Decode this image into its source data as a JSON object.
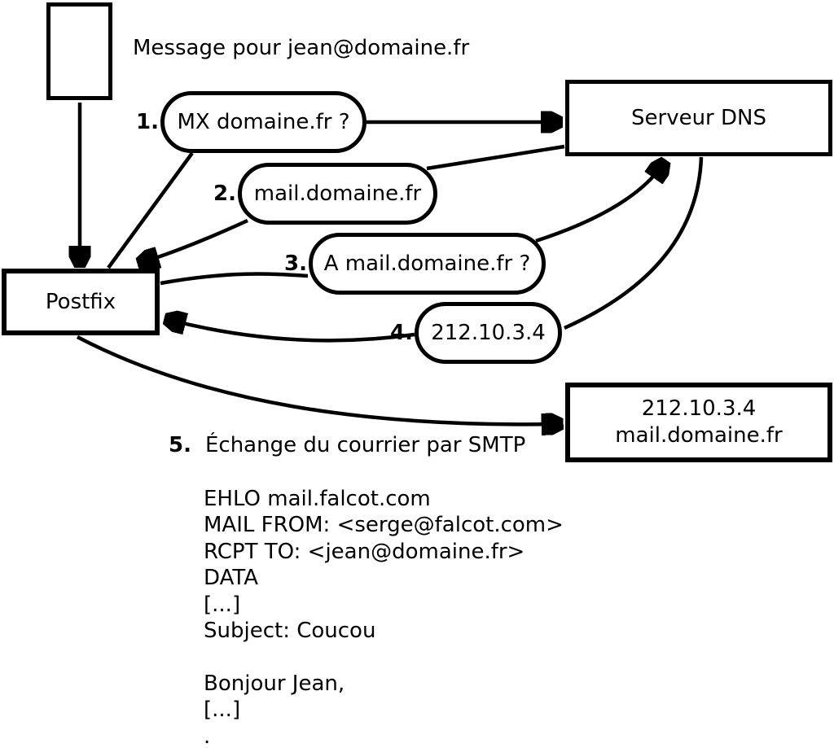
{
  "diagram": {
    "title": "Message pour jean@domaine.fr",
    "nodes": {
      "postfix": {
        "label": "Postfix"
      },
      "dns_server": {
        "label": "Serveur DNS"
      },
      "mail_server": {
        "line1": "212.10.3.4",
        "line2": "mail.domaine.fr"
      }
    },
    "steps": [
      {
        "num": "1.",
        "label": "MX domaine.fr ?"
      },
      {
        "num": "2.",
        "label": "mail.domaine.fr"
      },
      {
        "num": "3.",
        "label": "A mail.domaine.fr ?"
      },
      {
        "num": "4.",
        "label": "212.10.3.4"
      },
      {
        "num": "5.",
        "label": "Échange du courrier par SMTP"
      }
    ],
    "smtp_session": {
      "lines": [
        "EHLO mail.falcot.com",
        "MAIL FROM: <serge@falcot.com>",
        "RCPT TO: <jean@domaine.fr>",
        "DATA",
        "[...]",
        "Subject: Coucou",
        "",
        "Bonjour Jean,",
        "[...]",
        "."
      ]
    },
    "colors": {
      "stroke": "#000000",
      "background": "#ffffff"
    }
  }
}
